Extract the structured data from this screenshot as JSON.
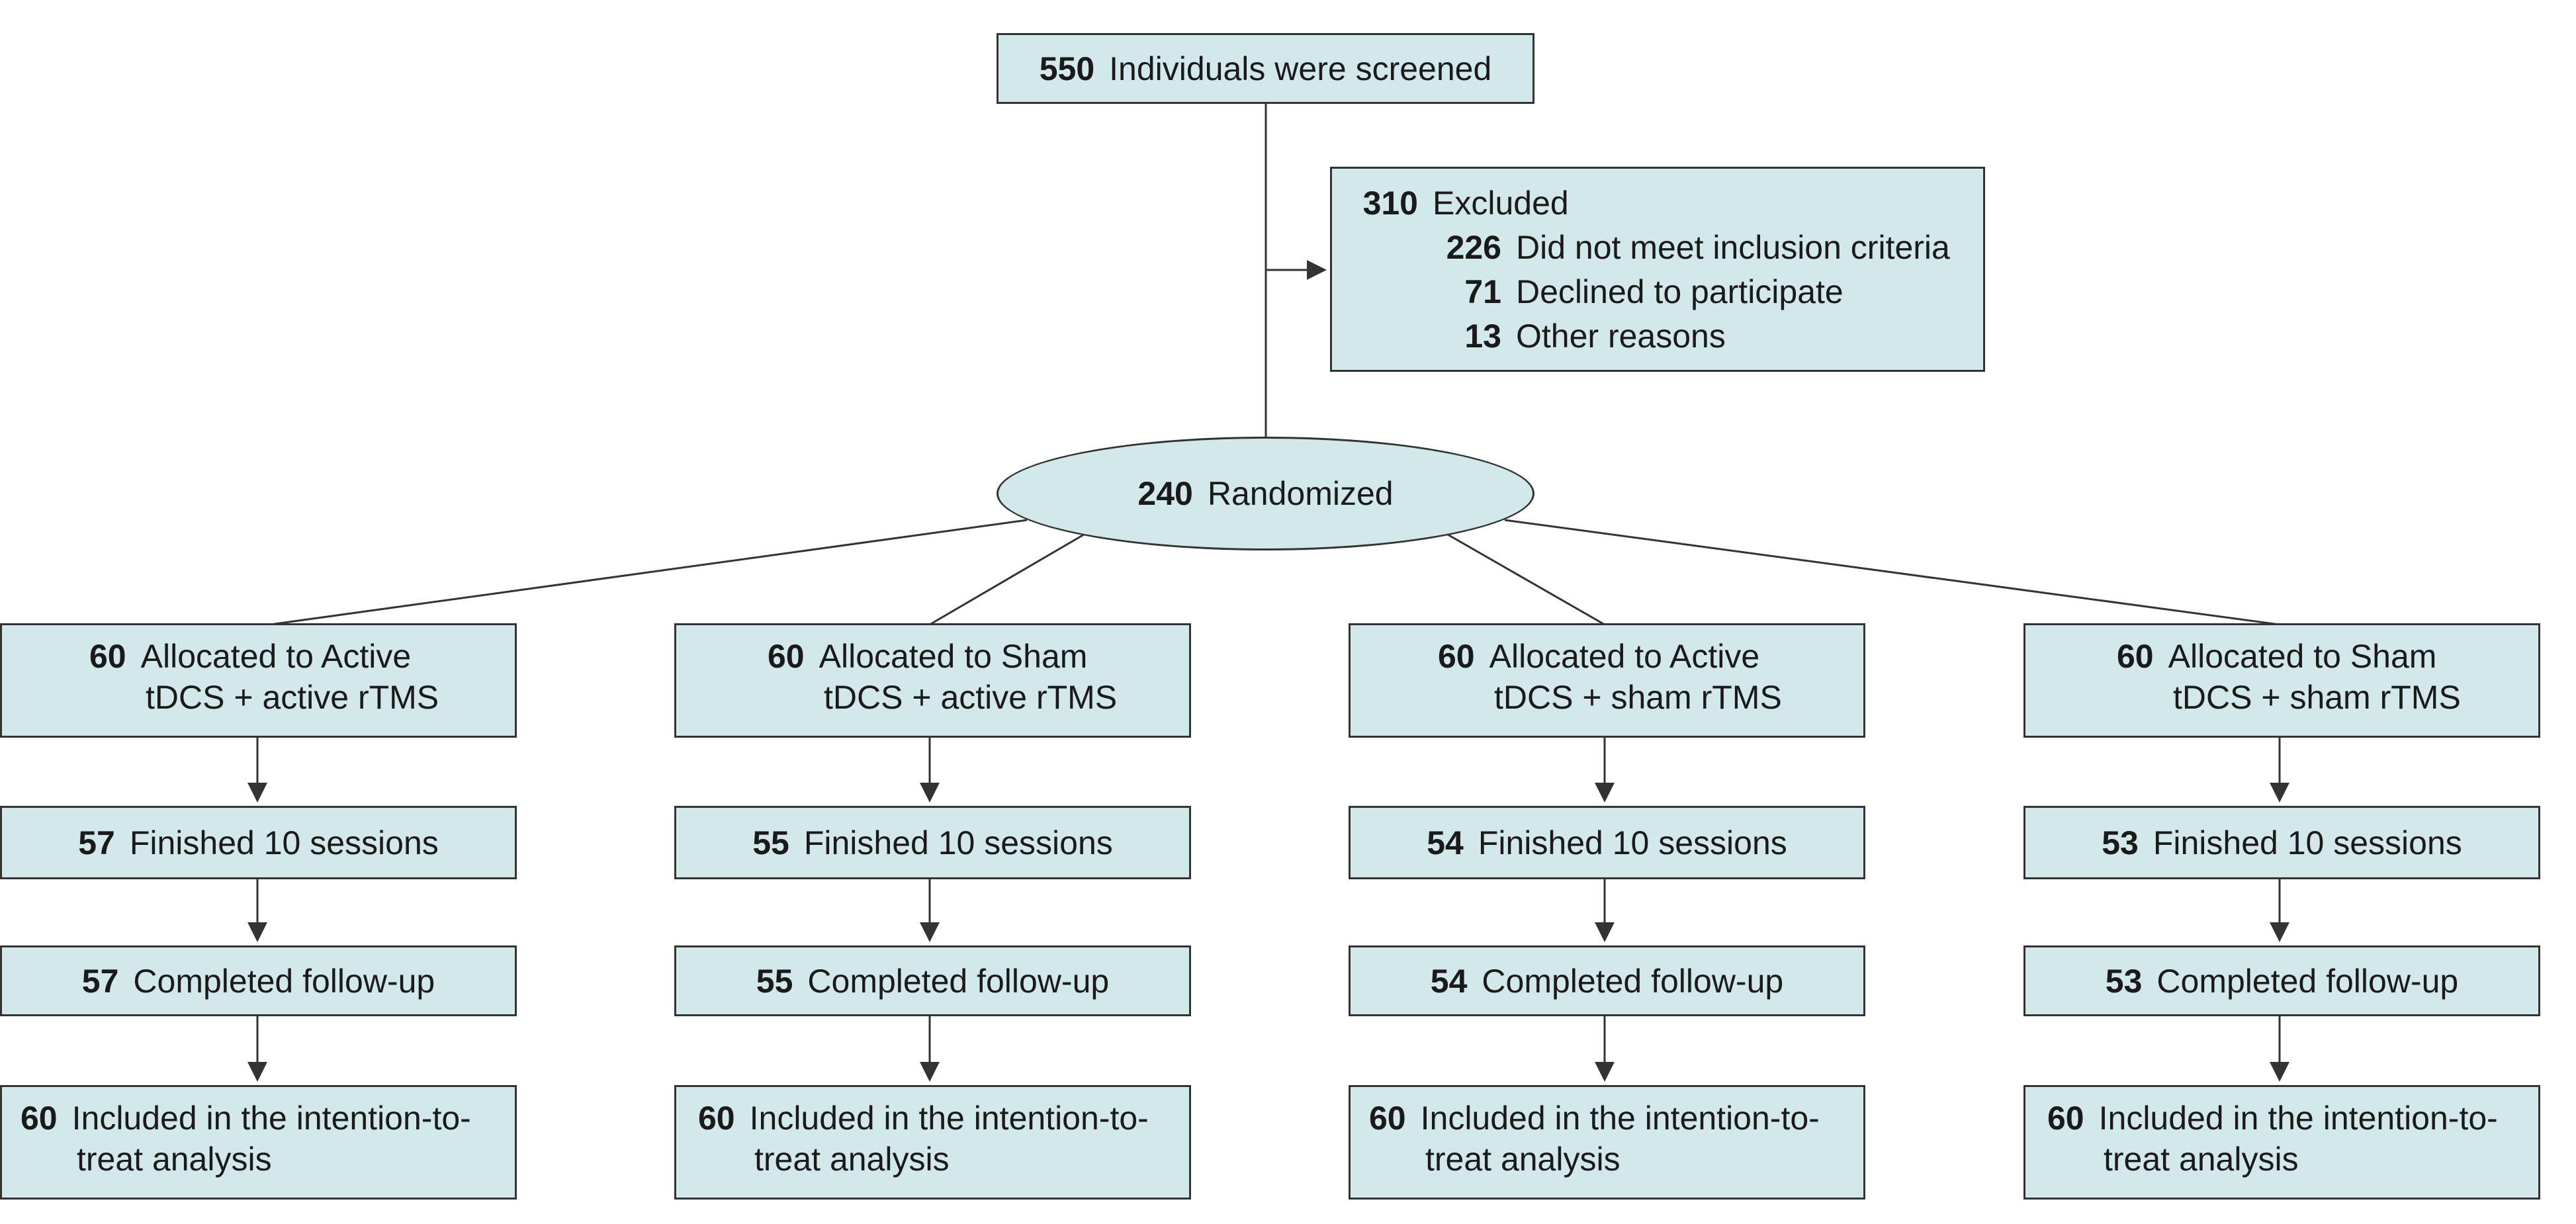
{
  "screened": {
    "count": "550",
    "label": "Individuals were screened"
  },
  "excluded": {
    "count": "310",
    "label": "Excluded",
    "reasons": [
      {
        "count": "226",
        "label": "Did not meet inclusion criteria"
      },
      {
        "count": "71",
        "label": "Declined to participate"
      },
      {
        "count": "13",
        "label": "Other reasons"
      }
    ]
  },
  "randomized": {
    "count": "240",
    "label": "Randomized"
  },
  "arms": [
    {
      "allocated": {
        "count": "60",
        "line1": "Allocated to Active",
        "line2": "tDCS + active rTMS"
      },
      "finished": {
        "count": "57",
        "label": "Finished 10 sessions"
      },
      "followup": {
        "count": "57",
        "label": "Completed follow-up"
      },
      "analysis": {
        "count": "60",
        "line1": "Included in the intention-to-",
        "line2": "treat analysis"
      }
    },
    {
      "allocated": {
        "count": "60",
        "line1": "Allocated to Sham",
        "line2": "tDCS + active rTMS"
      },
      "finished": {
        "count": "55",
        "label": "Finished 10 sessions"
      },
      "followup": {
        "count": "55",
        "label": "Completed follow-up"
      },
      "analysis": {
        "count": "60",
        "line1": "Included in the intention-to-",
        "line2": "treat analysis"
      }
    },
    {
      "allocated": {
        "count": "60",
        "line1": "Allocated to Active",
        "line2": "tDCS + sham rTMS"
      },
      "finished": {
        "count": "54",
        "label": "Finished 10 sessions"
      },
      "followup": {
        "count": "54",
        "label": "Completed follow-up"
      },
      "analysis": {
        "count": "60",
        "line1": "Included in the intention-to-",
        "line2": "treat analysis"
      }
    },
    {
      "allocated": {
        "count": "60",
        "line1": "Allocated to Sham",
        "line2": "tDCS + sham rTMS"
      },
      "finished": {
        "count": "53",
        "label": "Finished 10 sessions"
      },
      "followup": {
        "count": "53",
        "label": "Completed follow-up"
      },
      "analysis": {
        "count": "60",
        "line1": "Included in the intention-to-",
        "line2": "treat analysis"
      }
    }
  ]
}
